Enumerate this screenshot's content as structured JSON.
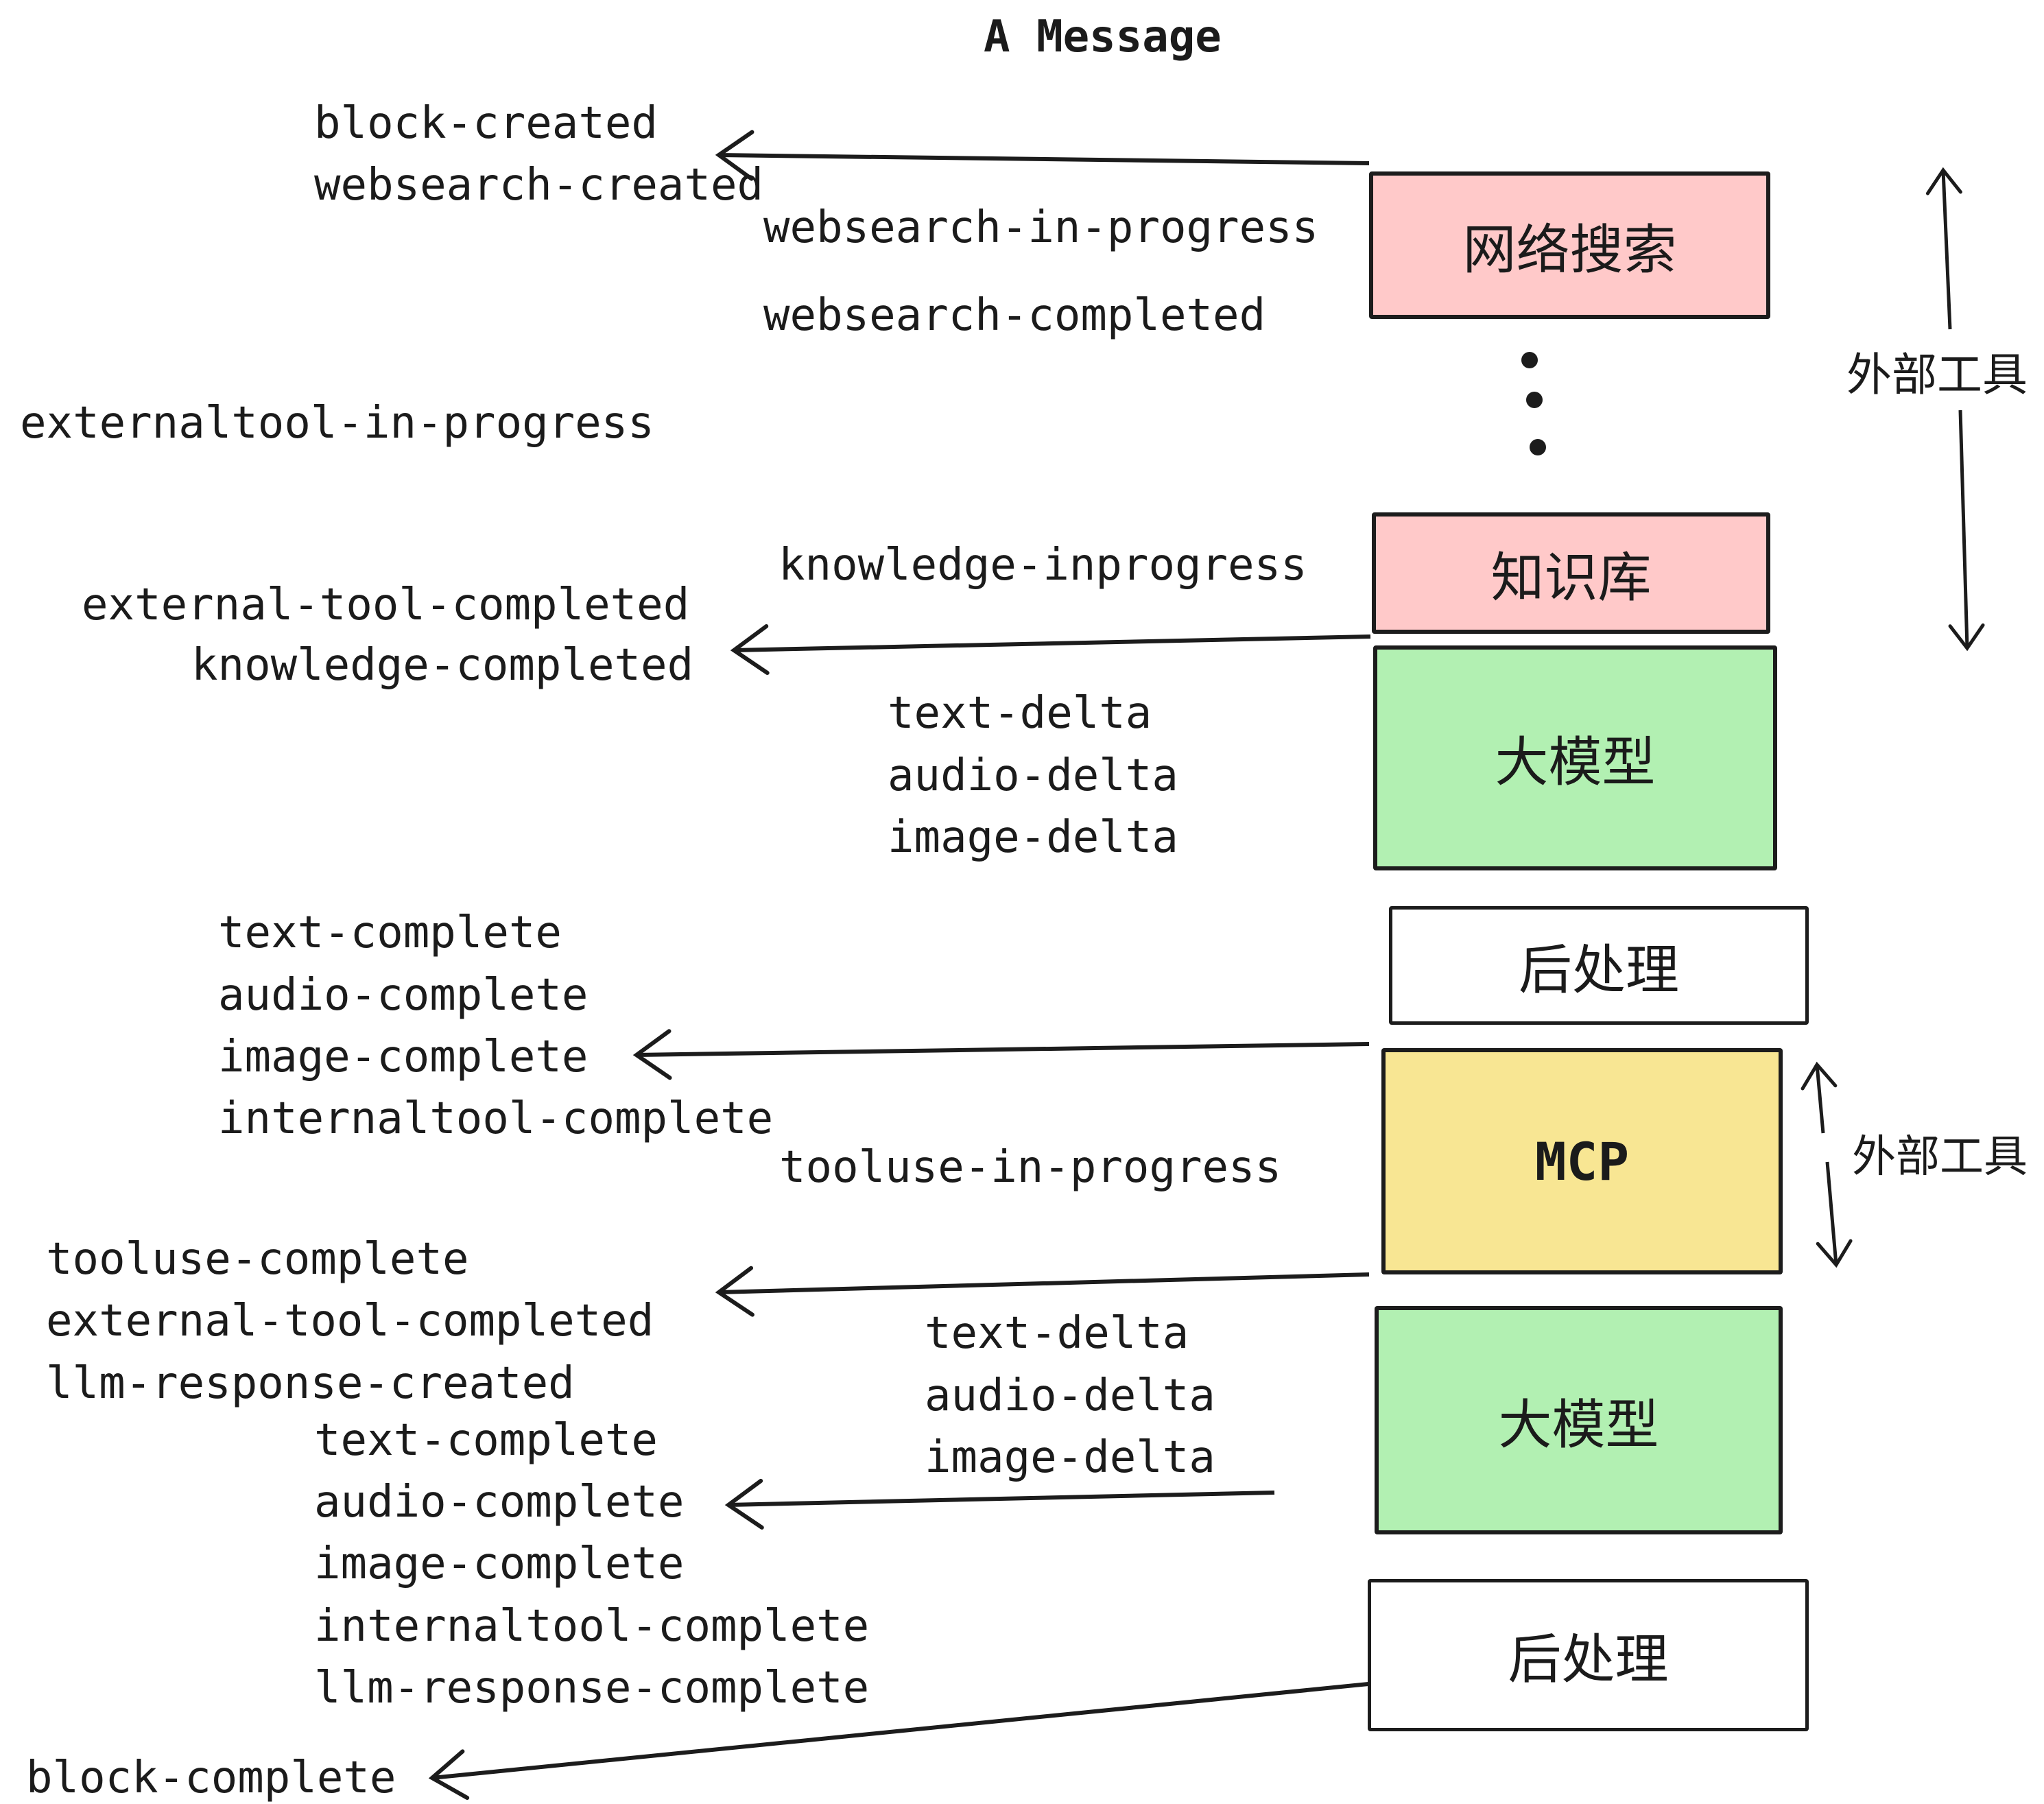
{
  "title": "A Message",
  "colors": {
    "pink": "#ffc9c9",
    "green": "#b2f0b2",
    "yellow": "#f8e693",
    "white": "#ffffff",
    "line": "#1c1c1c",
    "text": "#1b1b1b"
  },
  "boxes": {
    "websearch": "网络搜索",
    "knowledge": "知识库",
    "llm_1": "大模型",
    "post_1": "后处理",
    "mcp": "MCP",
    "llm_2": "大模型",
    "post_2": "后处理"
  },
  "side_labels": {
    "external_tools_1": "外部工具",
    "external_tools_2": "外部工具"
  },
  "events": {
    "block_created": "block-created",
    "websearch_created": "websearch-created",
    "websearch_in_progress": "websearch-in-progress",
    "websearch_completed": "websearch-completed",
    "externaltool_in_progress": "externaltool-in-progress",
    "knowledge_inprogress": "knowledge-inprogress",
    "external_tool_completed_1": "external-tool-completed",
    "knowledge_completed": "knowledge-completed",
    "text_delta_1": "text-delta",
    "audio_delta_1": "audio-delta",
    "image_delta_1": "image-delta",
    "text_complete_1": "text-complete",
    "audio_complete_1": "audio-complete",
    "image_complete_1": "image-complete",
    "internaltool_complete_1": "internaltool-complete",
    "tooluse_in_progress": "tooluse-in-progress",
    "tooluse_complete": "tooluse-complete",
    "external_tool_completed_2": "external-tool-completed",
    "llm_response_created": "llm-response-created",
    "text_complete_2": "text-complete",
    "audio_complete_2": "audio-complete",
    "image_complete_2": "image-complete",
    "internaltool_complete_2": "internaltool-complete",
    "llm_response_complete": "llm-response-complete",
    "block_complete": "block-complete"
  }
}
